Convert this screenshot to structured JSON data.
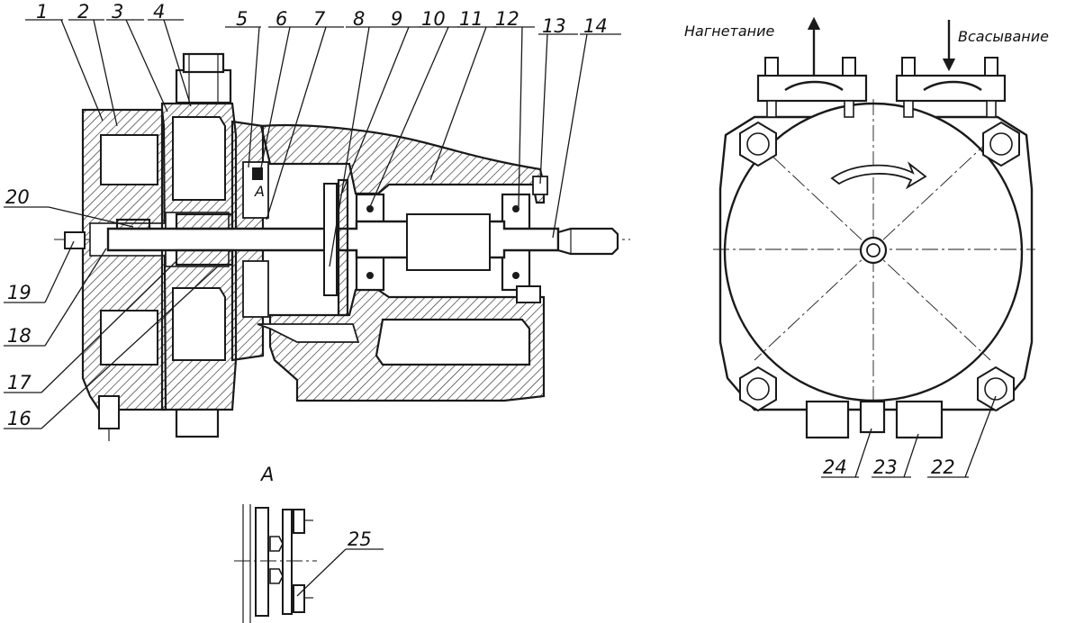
{
  "labels": {
    "n1": "1",
    "n2": "2",
    "n3": "3",
    "n4": "4",
    "n5": "5",
    "n6": "6",
    "n7": "7",
    "n8": "8",
    "n9": "9",
    "n10": "10",
    "n11": "11",
    "n12": "12",
    "n13": "13",
    "n14": "14",
    "n16": "16",
    "n17": "17",
    "n18": "18",
    "n19": "19",
    "n20": "20",
    "n22": "22",
    "n23": "23",
    "n24": "24",
    "n25": "25"
  },
  "view_a_title": "A",
  "view_a_marker": "A",
  "discharge": "Нагнетание",
  "suction": "Всасывание"
}
